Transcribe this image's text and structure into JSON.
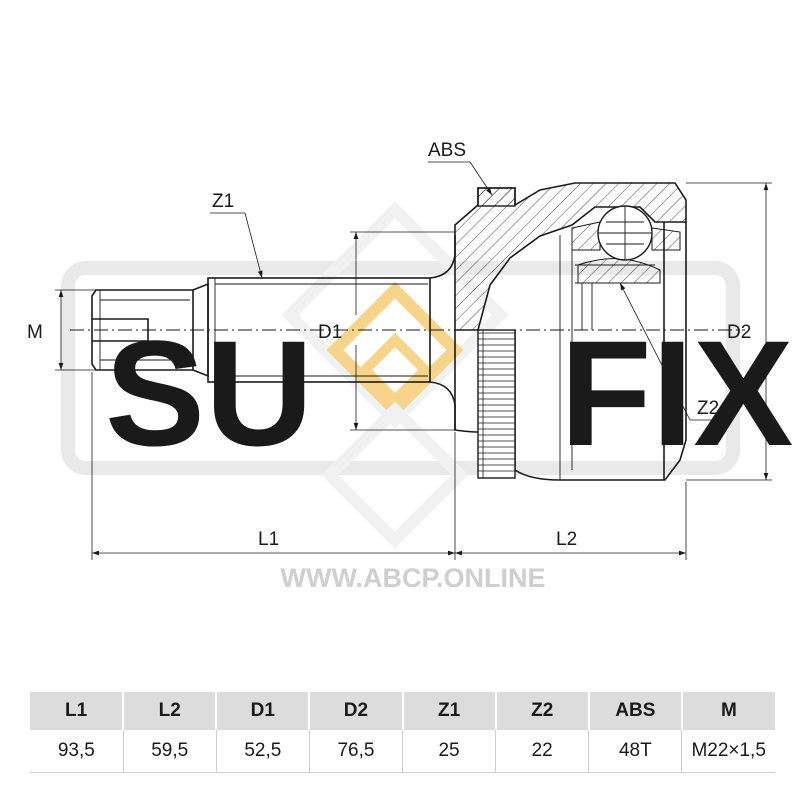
{
  "watermark": {
    "brand": "SUFIX",
    "site": "WWW.ABCP.ONLINE"
  },
  "labels": {
    "abs": "ABS",
    "z1": "Z1",
    "z2": "Z2",
    "m": "M",
    "d1": "D1",
    "d2": "D2",
    "l1": "L1",
    "l2": "L2"
  },
  "table": {
    "headers": [
      "L1",
      "L2",
      "D1",
      "D2",
      "Z1",
      "Z2",
      "ABS",
      "M"
    ],
    "values": [
      "93,5",
      "59,5",
      "52,5",
      "76,5",
      "25",
      "22",
      "48T",
      "M22×1,5"
    ]
  }
}
